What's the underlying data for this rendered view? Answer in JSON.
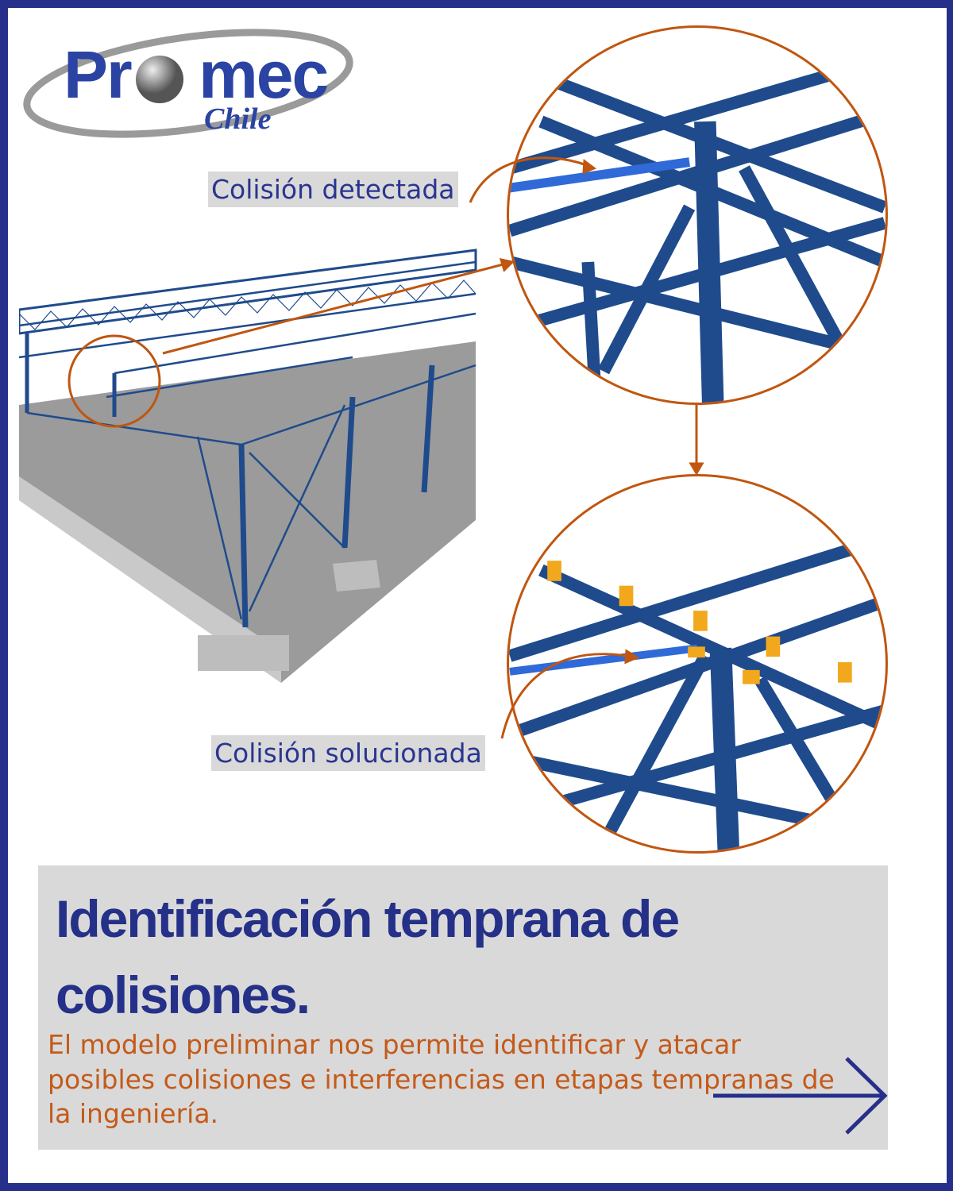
{
  "logo": {
    "name": "Promec",
    "subtitle": "Chile"
  },
  "labels": {
    "collision_detected": "Colisión detectada",
    "collision_solved": "Colisión solucionada"
  },
  "panel": {
    "title": "Identificación temprana de colisiones.",
    "body": "El modelo preliminar nos permite identificar y atacar posibles colisiones e interferencias en etapas tempranas de la ingeniería."
  },
  "colors": {
    "border": "#26308a",
    "accent": "#c0560f",
    "steel": "#1f4b8c",
    "panel": "#d9d9d9"
  }
}
